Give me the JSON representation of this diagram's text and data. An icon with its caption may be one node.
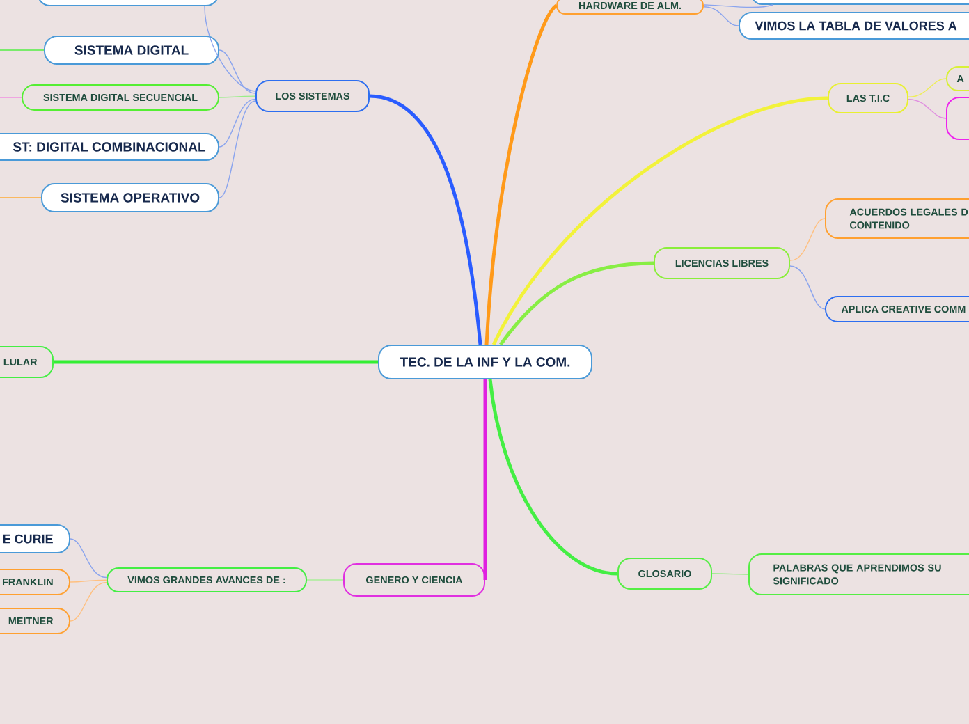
{
  "diagram": {
    "nodes": [
      {
        "text": [
          "TEC. DE LA INF Y LA COM."
        ]
      },
      {
        "text": [
          "LOS SISTEMAS"
        ]
      },
      {
        "text": [],
        "shape": "box"
      },
      {
        "text": [
          "SISTEMA DIGITAL"
        ]
      },
      {
        "text": [
          "SISTEMA DIGITAL SECUENCIAL"
        ]
      },
      {
        "text": [
          "ST: DIGITAL COMBINACIONAL"
        ]
      },
      {
        "text": [
          "SISTEMA OPERATIVO"
        ]
      },
      {
        "text": [
          "HARDWARE DE ALM."
        ]
      },
      {
        "text": [],
        "shape": "box"
      },
      {
        "text": [
          "VIMOS LA TABLA DE VALORES A"
        ]
      },
      {
        "text": [
          "LAS T.I.C"
        ]
      },
      {
        "text": [
          "A"
        ]
      },
      {
        "text": [],
        "shape": "box"
      },
      {
        "text": [
          "LICENCIAS LIBRES"
        ]
      },
      {
        "text": [
          "ACUERDOS LEGALES D CONTENIDO"
        ]
      },
      {
        "text": [
          "APLICA CREATIVE COMM"
        ]
      },
      {
        "text": [
          "LULAR"
        ]
      },
      {
        "text": [
          "GENERO Y CIENCIA"
        ]
      },
      {
        "text": [
          "VIMOS GRANDES AVANCES DE :"
        ]
      },
      {
        "text": [
          "E CURIE"
        ]
      },
      {
        "text": [
          "FRANKLIN"
        ]
      },
      {
        "text": [
          "MEITNER"
        ]
      },
      {
        "text": [
          "GLOSARIO"
        ]
      },
      {
        "text": [
          "PALABRAS QUE APRENDIMOS SU SIGNIFICADO"
        ]
      }
    ],
    "edges": [
      {
        "from": 0,
        "to": 1,
        "arrow": "none",
        "style": "thick",
        "color": "#2a5cff"
      },
      {
        "from": 0,
        "to": 7,
        "arrow": "none",
        "style": "thick",
        "color": "#ff9a1a"
      },
      {
        "from": 0,
        "to": 10,
        "arrow": "none",
        "style": "thick",
        "color": "#f2f23a"
      },
      {
        "from": 0,
        "to": 13,
        "arrow": "none",
        "style": "thick",
        "color": "#88ee44"
      },
      {
        "from": 0,
        "to": 16,
        "arrow": "none",
        "style": "thick",
        "color": "#33ee33"
      },
      {
        "from": 0,
        "to": 17,
        "arrow": "none",
        "style": "thick",
        "color": "#e020e0"
      },
      {
        "from": 0,
        "to": 22,
        "arrow": "none",
        "style": "thick",
        "color": "#44ee44"
      },
      {
        "from": 1,
        "to": 2,
        "arrow": "none",
        "color": "#8aa4ee"
      },
      {
        "from": 1,
        "to": 3,
        "arrow": "none",
        "color": "#8aa4ee"
      },
      {
        "from": 1,
        "to": 4,
        "arrow": "none",
        "color": "#99ee88"
      },
      {
        "from": 1,
        "to": 5,
        "arrow": "none",
        "color": "#8aa4ee"
      },
      {
        "from": 1,
        "to": 6,
        "arrow": "none",
        "color": "#8aa4ee"
      },
      {
        "from": 3,
        "to": null,
        "arrow": "none",
        "color": "#55ee44"
      },
      {
        "from": 4,
        "to": null,
        "arrow": "none",
        "color": "#f090e0"
      },
      {
        "from": 6,
        "to": null,
        "arrow": "none",
        "color": "#ffaa33"
      },
      {
        "from": 7,
        "to": 8,
        "arrow": "none",
        "color": "#8aa4ee"
      },
      {
        "from": 7,
        "to": 9,
        "arrow": "none",
        "color": "#8aa4ee"
      },
      {
        "from": 10,
        "to": 11,
        "arrow": "none",
        "color": "#eeee55"
      },
      {
        "from": 10,
        "to": 12,
        "arrow": "none",
        "color": "#e090e0"
      },
      {
        "from": 13,
        "to": 14,
        "arrow": "none",
        "color": "#ffc080"
      },
      {
        "from": 13,
        "to": 15,
        "arrow": "none",
        "color": "#8aa4ee"
      },
      {
        "from": 17,
        "to": 18,
        "arrow": "none",
        "color": "#aaee99"
      },
      {
        "from": 18,
        "to": 19,
        "arrow": "none",
        "color": "#8aa4ee"
      },
      {
        "from": 18,
        "to": 20,
        "arrow": "none",
        "color": "#ffc080"
      },
      {
        "from": 18,
        "to": 21,
        "arrow": "none",
        "color": "#ffc080"
      },
      {
        "from": 22,
        "to": 23,
        "arrow": "none",
        "color": "#88ee77"
      }
    ]
  }
}
